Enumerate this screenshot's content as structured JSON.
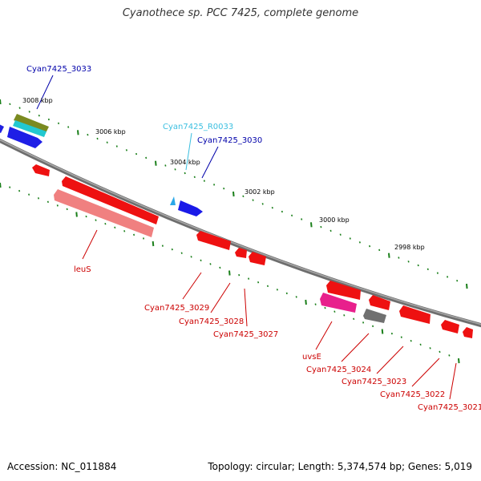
{
  "title": "Cyanothece sp. PCC 7425, complete genome",
  "footer": {
    "accession": "Accession: NC_011884",
    "summary": "Topology: circular; Length: 5,374,574 bp; Genes: 5,019"
  },
  "colors": {
    "backbone": "#808080",
    "tick": "#1a7f1a",
    "forward_label": "#0000aa",
    "rna_label": "#3bbfe0",
    "reverse_label": "#cc0000"
  },
  "ticks": [
    "3008 kbp",
    "3006 kbp",
    "3004 kbp",
    "3002 kbp",
    "3000 kbp",
    "2998 kbp"
  ],
  "genes": {
    "forward": [
      "Cyan7425_3033",
      "Cyan7425_R0033",
      "Cyan7425_3030"
    ],
    "reverse": [
      "leuS",
      "Cyan7425_3029",
      "Cyan7425_3028",
      "Cyan7425_3027",
      "uvsE",
      "Cyan7425_3024",
      "Cyan7425_3023",
      "Cyan7425_3022",
      "Cyan7425_3021"
    ]
  }
}
